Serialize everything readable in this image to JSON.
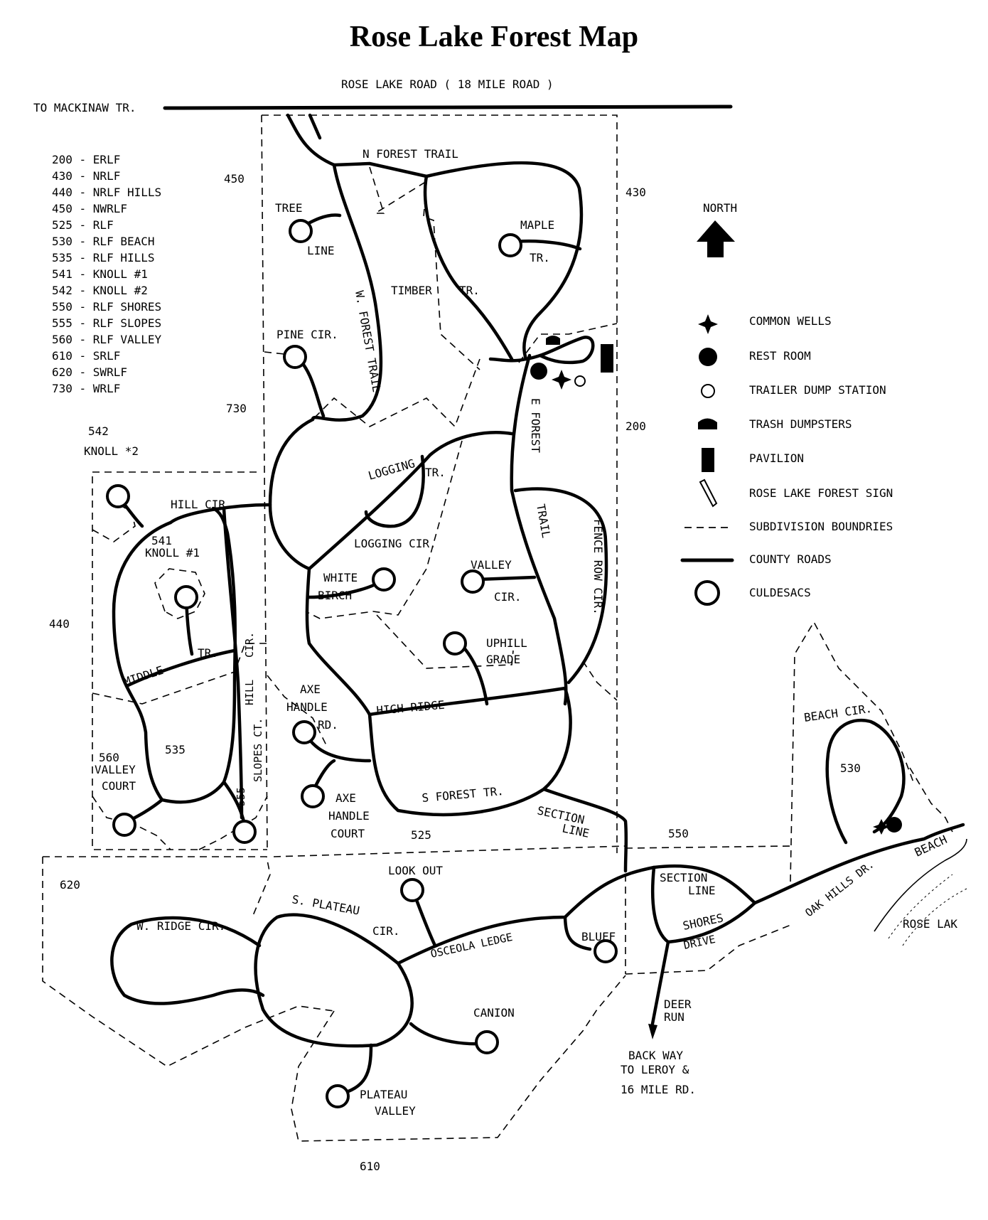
{
  "title": "Rose Lake Forest Map",
  "roads_header": {
    "rose_lake_road": "ROSE LAKE ROAD  ( 18 MILE ROAD )",
    "to_mackinaw": "TO MACKINAW TR."
  },
  "key_list": [
    "200 - ERLF",
    "430 - NRLF",
    "440 - NRLF HILLS",
    "450 - NWRLF",
    "525 - RLF",
    "530 - RLF BEACH",
    "535 - RLF HILLS",
    "541 - KNOLL #1",
    "542 - KNOLL #2",
    "550 - RLF SHORES",
    "555 - RLF SLOPES",
    "560 - RLF VALLEY",
    "610 - SRLF",
    "620 - SWRLF",
    "730 - WRLF"
  ],
  "north_label": "NORTH",
  "legend": [
    {
      "icon": "common-wells-icon",
      "label": "COMMON WELLS"
    },
    {
      "icon": "rest-room-icon",
      "label": "REST ROOM"
    },
    {
      "icon": "trailer-dump-icon",
      "label": "TRAILER DUMP STATION"
    },
    {
      "icon": "trash-dumpster-icon",
      "label": "TRASH DUMPSTERS"
    },
    {
      "icon": "pavilion-icon",
      "label": "PAVILION"
    },
    {
      "icon": "forest-sign-icon",
      "label": "ROSE LAKE FOREST SIGN"
    },
    {
      "icon": "dashed-line-icon",
      "label": "SUBDIVISION BOUNDRIES"
    },
    {
      "icon": "solid-line-icon",
      "label": "COUNTY ROADS"
    },
    {
      "icon": "culdesac-icon",
      "label": "CULDESACS"
    }
  ],
  "subdivisions": {
    "s450": "450",
    "s430": "430",
    "s730": "730",
    "s200": "200",
    "s542": "542",
    "s542_name": "KNOLL *2",
    "s541": "541",
    "s541_name": "KNOLL #1",
    "s440": "440",
    "s535": "535",
    "s560": "560",
    "s560_name_1": "VALLEY",
    "s560_name_2": "COURT",
    "s555": "555",
    "s525": "525",
    "s550": "550",
    "s530": "530",
    "s620": "620",
    "s610": "610"
  },
  "streets": {
    "n_forest_trail": "N FOREST TRAIL",
    "tree": "TREE",
    "line": "LINE",
    "maple": "MAPLE",
    "maple_tr": "TR.",
    "timber": "TIMBER",
    "timber_tr": "TR.",
    "w_forest_trail": "W. FOREST TRAIL",
    "pine_cir": "PINE CIR.",
    "e_forest": "E FOREST",
    "e_trail": "TRAIL",
    "logging": "LOGGING",
    "logging_tr": "TR.",
    "logging_cir": "LOGGING CIR.",
    "hill_cir": "HILL CIR.",
    "white": "WHITE",
    "birch": "BIRCH",
    "valley": "VALLEY",
    "valley_cir": "CIR.",
    "fence_row_cir": "FENCE ROW CIR.",
    "uphill": "UPHILL",
    "grade": "GRADE",
    "middle": "MIDDLE",
    "middle_tr": "TR.",
    "hill_ct_cir": "CIR.",
    "hill_ct": "HILL",
    "slopes_ct": "SLOPES CT.",
    "axe": "AXE",
    "handle": "HANDLE",
    "rd": "RD.",
    "high_ridge": "HIGH RIDGE",
    "axe2": "AXE",
    "handle2": "HANDLE",
    "court": "COURT",
    "s_forest_tr": "S FOREST TR.",
    "section": "SECTION",
    "section_line": "LINE",
    "beach_cir": "BEACH CIR.",
    "look_out": "LOOK OUT",
    "s_plateau": "S. PLATEAU",
    "s_plateau_cir": "CIR.",
    "w_ridge_cir": "W. RIDGE CIR.",
    "osceola_ledge": "OSCEOLA LEDGE",
    "bluff": "BLUFF",
    "section2": "SECTION",
    "line2": "LINE",
    "shores": "SHORES",
    "drive": "DRIVE",
    "oak_hills_dr": "OAK HILLS DR.",
    "beach": "BEACH",
    "rose_lak": "ROSE LAK",
    "deer": "DEER",
    "run": "RUN",
    "back_way_1": "BACK WAY",
    "back_way_2": "TO LEROY &",
    "back_way_3": "16 MILE RD.",
    "canion": "CANION",
    "plateau": "PLATEAU",
    "plateau_valley": "VALLEY"
  }
}
